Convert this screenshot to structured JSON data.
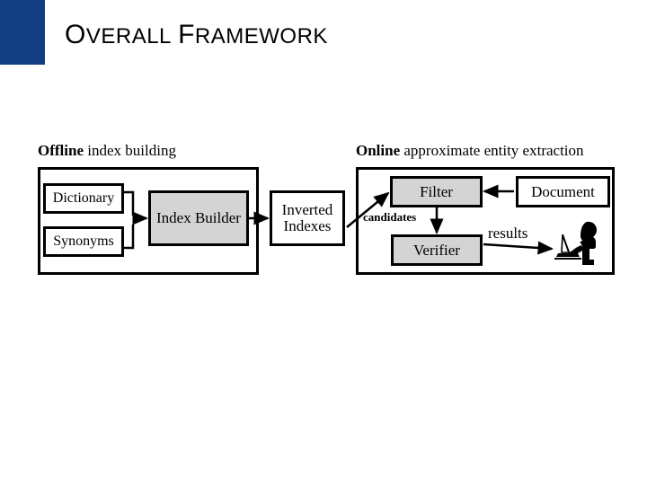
{
  "slide": {
    "title": "Overall Framework",
    "title_display": "OVERALL FRAMEWORK",
    "accent_color": "#113e80",
    "background_color": "#ffffff"
  },
  "sections": {
    "offline": {
      "caption_bold": "Offline",
      "caption_rest": " index building"
    },
    "online": {
      "caption_bold": "Online",
      "caption_rest": " approximate entity extraction"
    }
  },
  "nodes": {
    "dictionary": {
      "label": "Dictionary",
      "fill": "#ffffff"
    },
    "synonyms": {
      "label": "Synonyms",
      "fill": "#ffffff"
    },
    "index_builder": {
      "label": "Index Builder",
      "fill": "#d4d4d4"
    },
    "inverted_indexes": {
      "label_line1": "Inverted",
      "label_line2": "Indexes",
      "fill": "#ffffff"
    },
    "filter": {
      "label": "Filter",
      "fill": "#d4d4d4"
    },
    "document": {
      "label": "Document",
      "fill": "#ffffff"
    },
    "verifier": {
      "label": "Verifier",
      "fill": "#d4d4d4"
    }
  },
  "edges": {
    "candidates_label": "candidates",
    "results_label": "results"
  },
  "icons": {
    "user_at_laptop": "person-at-laptop-icon"
  }
}
